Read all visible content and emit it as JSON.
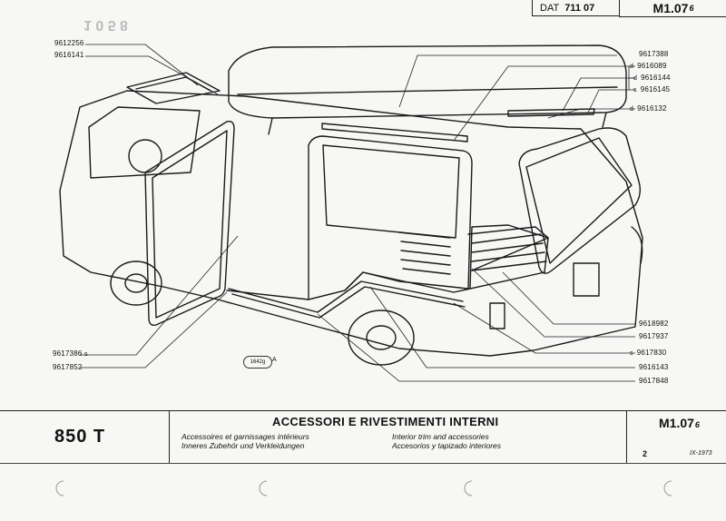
{
  "header": {
    "dat_label": "DAT",
    "dat_number": "711 07",
    "page_code": "M1.07",
    "page_code_sub": "6"
  },
  "parts_left": [
    "9612256",
    "9616141",
    "9617386",
    "9617852"
  ],
  "parts_left_markers": {
    "p3": "s"
  },
  "parts_right": [
    {
      "marker": "",
      "num": "9617388"
    },
    {
      "marker": "d",
      "num": "9616089"
    },
    {
      "marker": "d",
      "num": "9616144"
    },
    {
      "marker": "s",
      "num": "9616145"
    },
    {
      "marker": "d",
      "num": "9616132"
    },
    {
      "marker": "",
      "num": "9618982"
    },
    {
      "marker": "",
      "num": "9617937"
    },
    {
      "marker": "s",
      "num": "9617830"
    },
    {
      "marker": "",
      "num": "9616143"
    },
    {
      "marker": "",
      "num": "9617848"
    }
  ],
  "figure": {
    "stamp": "1642g",
    "stamp_letter": "A"
  },
  "footer": {
    "model": "850 T",
    "title": "ACCESSORI E RIVESTIMENTI INTERNI",
    "lang_fr": "Accessoires et garnissages intérieurs",
    "lang_de": "Inneres Zubehör und Verkleidungen",
    "lang_en": "Interior trim and accessories",
    "lang_es": "Accesorios y tapizado interiores",
    "code": "M1.07",
    "code_sub": "6",
    "page": "2",
    "date": "IX-1973"
  }
}
